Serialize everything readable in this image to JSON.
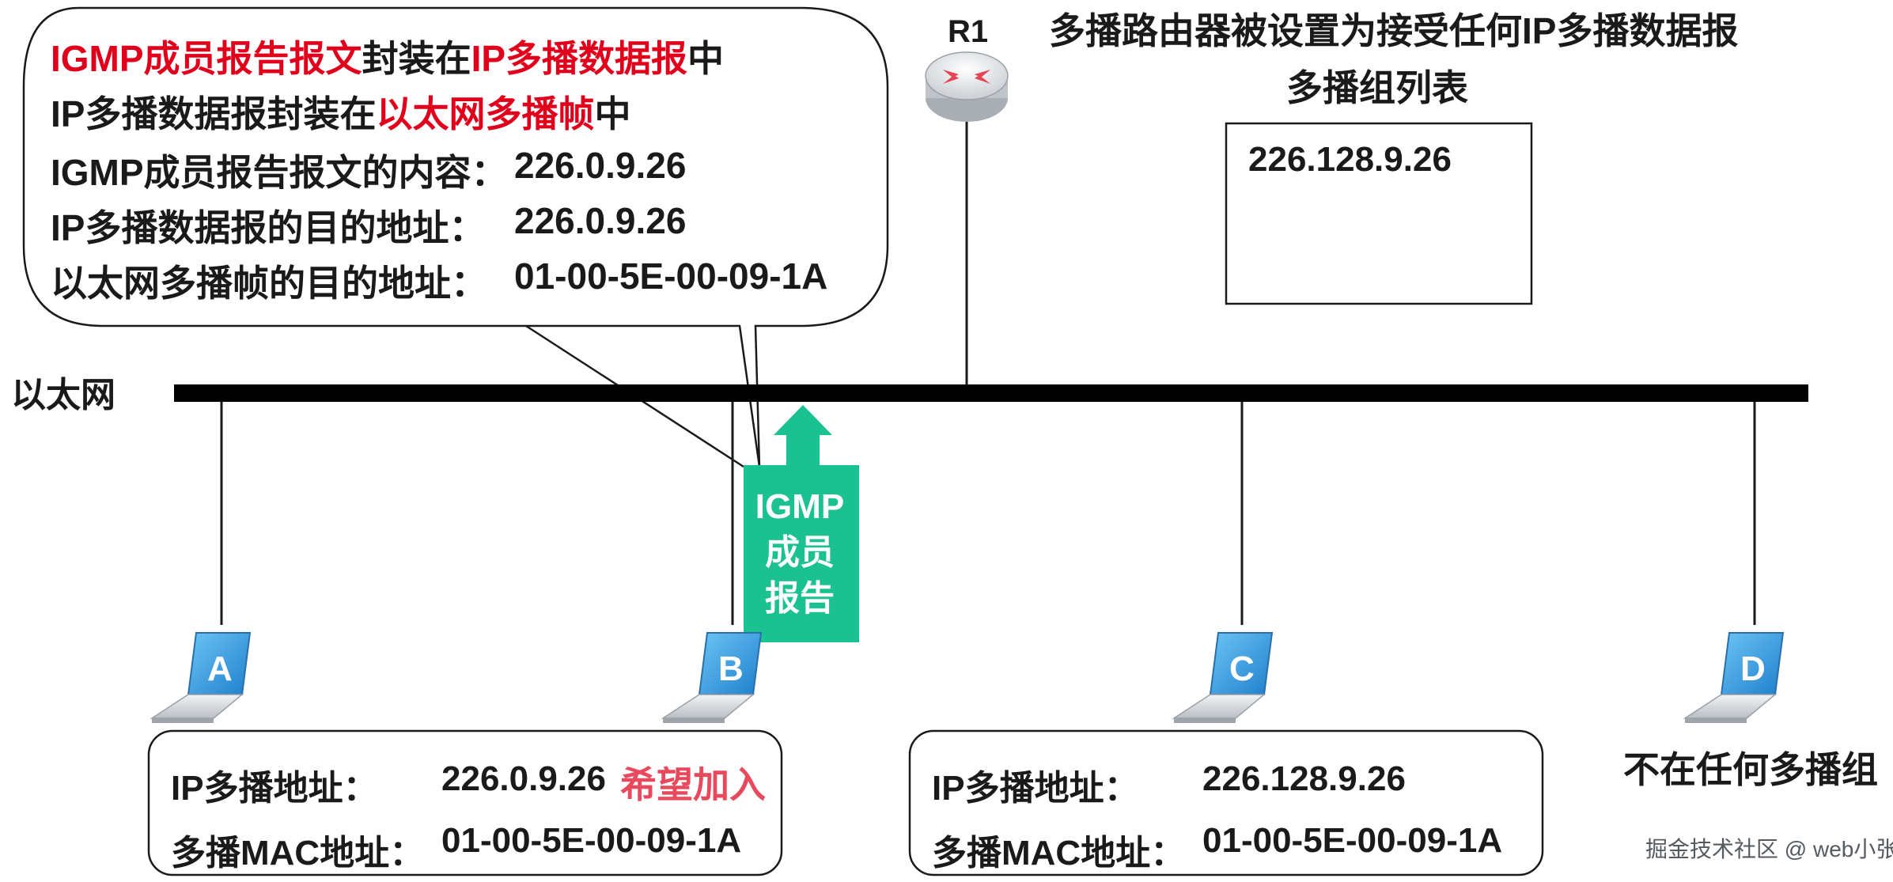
{
  "callout": {
    "line1": {
      "a": "IGMP成员报告报文",
      "b": "封装在",
      "c": "IP多播数据报",
      "d": "中"
    },
    "line2": {
      "a": "IP多播数据报封装在",
      "b": "以太网多播帧",
      "c": "中"
    },
    "line3": {
      "label": "IGMP成员报告报文的内容：",
      "value": "226.0.9.26"
    },
    "line4": {
      "label": "IP多播数据报的目的地址：",
      "value": "226.0.9.26"
    },
    "line5": {
      "label": "以太网多播帧的目的地址：",
      "value": "01-00-5E-00-09-1A"
    }
  },
  "router": {
    "name": "R1",
    "note": "多播路由器被设置为接受任何IP多播数据报",
    "group_list_title": "多播组列表",
    "group_list": [
      "226.128.9.26"
    ]
  },
  "network": {
    "label": "以太网"
  },
  "igmp_arrow": {
    "lines": [
      "IGMP",
      "成员",
      "报告"
    ]
  },
  "hosts": [
    {
      "id": "A"
    },
    {
      "id": "B"
    },
    {
      "id": "C"
    },
    {
      "id": "D"
    }
  ],
  "host_b_info": {
    "ip_label": "IP多播地址：",
    "ip_value": "226.0.9.26",
    "ip_status": "希望加入",
    "mac_label": "多播MAC地址：",
    "mac_value": "01-00-5E-00-09-1A"
  },
  "host_c_info": {
    "ip_label": "IP多播地址：",
    "ip_value": "226.128.9.26",
    "mac_label": "多播MAC地址：",
    "mac_value": "01-00-5E-00-09-1A"
  },
  "host_d_info": {
    "note": "不在任何多播组"
  },
  "watermark": "掘金技术社区 @ web小张",
  "colors": {
    "accent_red": "#e0001b",
    "arrow_green": "#1bc191",
    "screen_blue": "#2f9be0"
  }
}
